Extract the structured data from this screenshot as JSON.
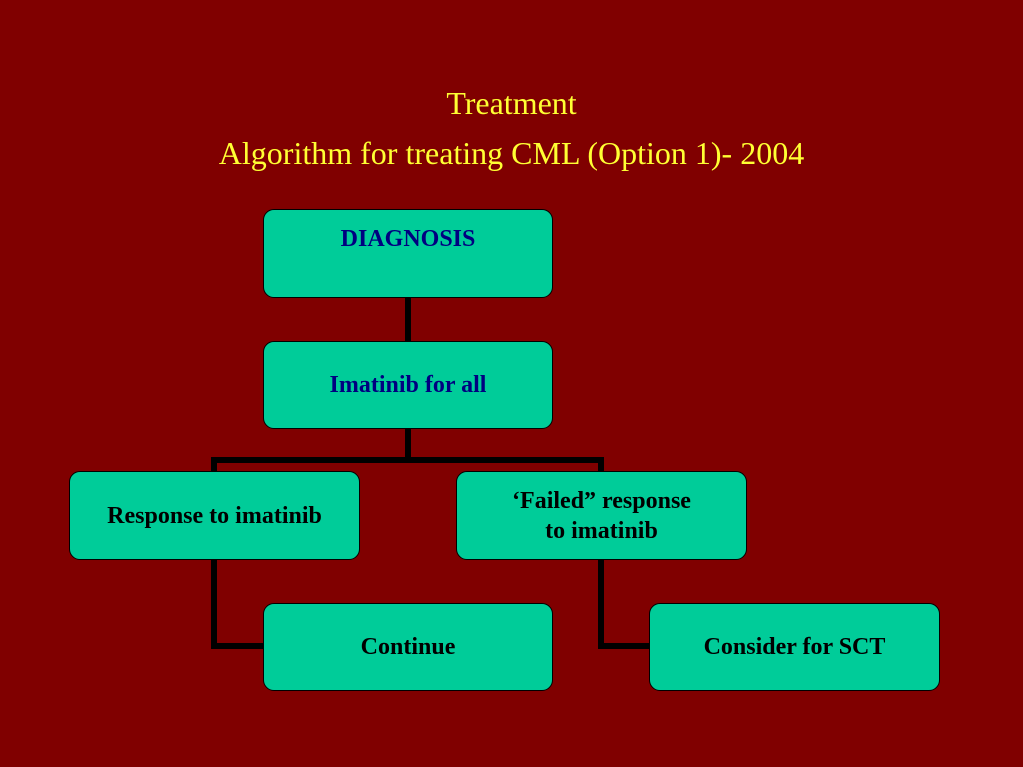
{
  "title": {
    "line1": "Treatment",
    "line2": "Algorithm for treating CML (Option 1)- 2004"
  },
  "nodes": {
    "diagnosis": "DIAGNOSIS",
    "imatinib_for_all": "Imatinib for all",
    "response": "Response to imatinib",
    "failed_line1": "‘Failed” response",
    "failed_line2": "to imatinib",
    "continue": "Continue",
    "consider_sct": "Consider for SCT"
  },
  "colors": {
    "background": "#800000",
    "title": "#ffff33",
    "node_fill": "#00cc99",
    "connector": "#000000",
    "node_text_blue": "#000080"
  }
}
